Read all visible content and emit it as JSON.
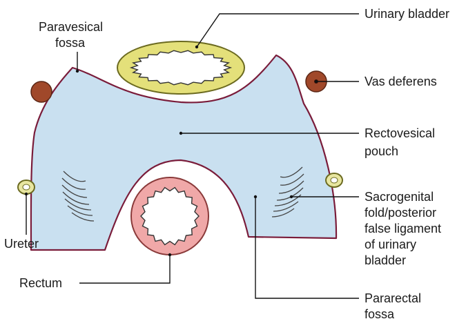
{
  "labels": {
    "paravesical_fossa": [
      "Paravesical",
      "fossa"
    ],
    "urinary_bladder": [
      "Urinary bladder"
    ],
    "vas_deferens": [
      "Vas deferens"
    ],
    "rectovesical_pouch": [
      "Rectovesical",
      "pouch"
    ],
    "sacrogenital_fold": [
      "Sacrogenital",
      "fold/posterior",
      "false ligament",
      "of urinary",
      "bladder"
    ],
    "ureter": [
      "Ureter"
    ],
    "rectum": [
      "Rectum"
    ],
    "pararectal_fossa": [
      "Pararectal",
      "fossa"
    ]
  },
  "colors": {
    "peritoneum_fill": "#c9e0f0",
    "peritoneum_edge": "#7a1c3a",
    "bladder_fill": "#e4e07a",
    "rectum_fill": "#f0a8a8",
    "vas_fill": "#a0482a",
    "ureter_fill": "#e8e6a0",
    "leader_line": "#111111"
  }
}
